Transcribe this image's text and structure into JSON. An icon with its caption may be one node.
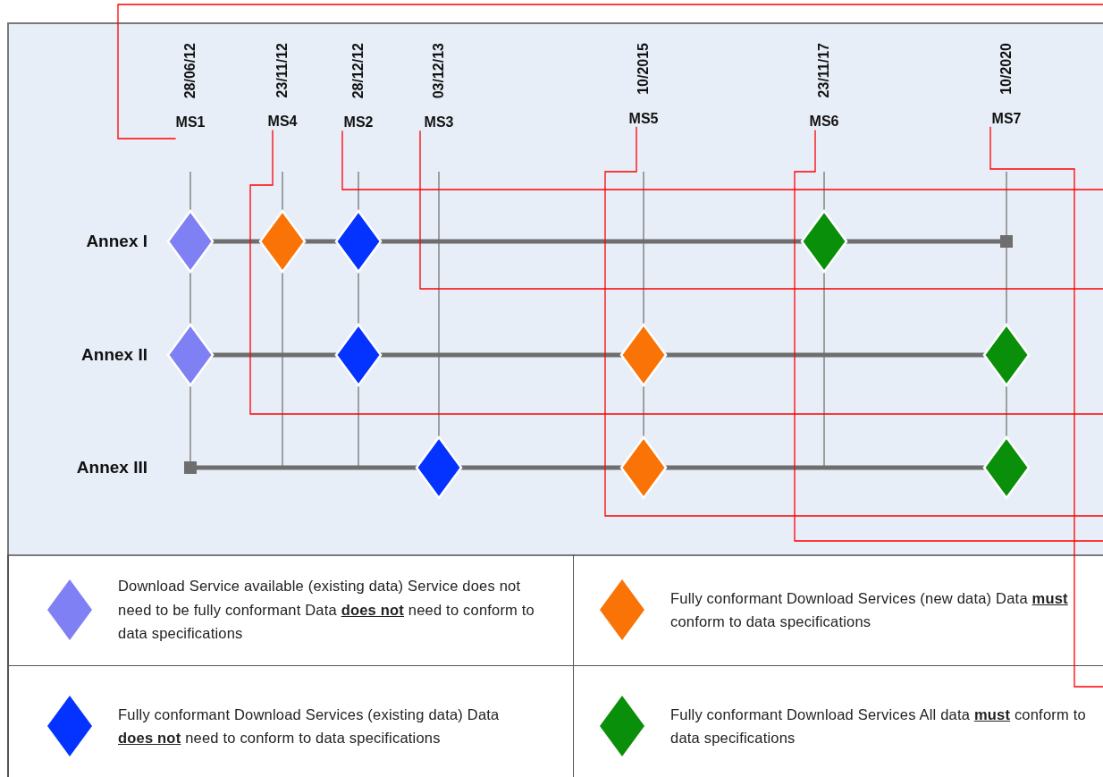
{
  "diagram": {
    "nodes": [
      {
        "text": [
          "28/06/12",
          "MS1"
        ]
      },
      {
        "text": [
          "23/11/12",
          "MS4"
        ]
      },
      {
        "text": [
          "28/12/12",
          "MS2"
        ]
      },
      {
        "text": [
          "03/12/13",
          "MS3"
        ]
      },
      {
        "text": [
          "10/2015",
          "MS5"
        ]
      },
      {
        "text": [
          "23/11/17",
          "MS6"
        ]
      },
      {
        "text": [
          "10/2020",
          "MS7"
        ]
      }
    ],
    "edges": [
      {
        "from": 0,
        "to": null,
        "arrow": "none"
      },
      {
        "from": 1,
        "to": null,
        "arrow": "none"
      },
      {
        "from": 2,
        "to": null,
        "arrow": "none"
      },
      {
        "from": 3,
        "to": null,
        "arrow": "none"
      },
      {
        "from": 4,
        "to": null,
        "arrow": "none"
      },
      {
        "from": 5,
        "to": null,
        "arrow": "none"
      },
      {
        "from": 6,
        "to": null,
        "arrow": "none"
      }
    ],
    "labels": [
      "Annex I",
      "Annex II",
      "Annex III"
    ],
    "legend": [
      {
        "text": "Download Service available (existing data) Service does not need to be fully conformant Data **does not** need to conform to data specifications",
        "color": "#7f80f4"
      },
      {
        "text": "Fully conformant Download Services (new data) Data **must** conform to data specifications",
        "color": "#f97306"
      },
      {
        "text": "Fully conformant Download Services (existing data) Data **does not** need to conform to data specifications",
        "color": "#0433ff"
      },
      {
        "text": "Fully conformant Download Services All data **must** conform to data specifications",
        "color": "#0a8f0a"
      }
    ]
  }
}
